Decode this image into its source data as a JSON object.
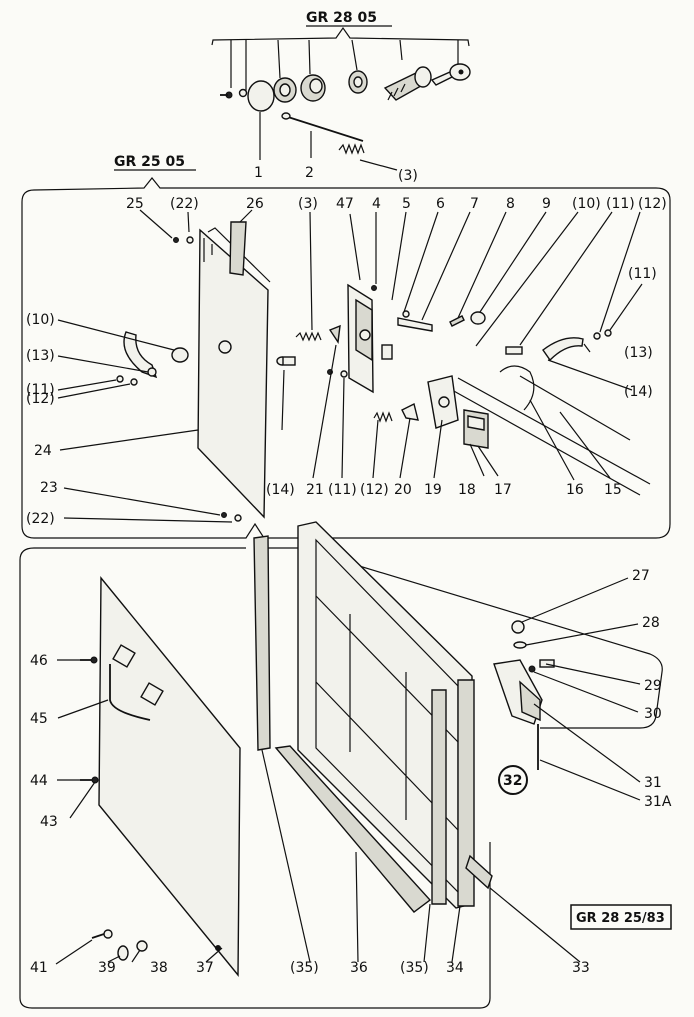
{
  "header": {
    "top_group": "GR 28 05",
    "mid_group": "GR 25 05"
  },
  "stamp": "GR 28 25/83",
  "labels": {
    "top": {
      "n1": "1",
      "n2": "2",
      "n3": "(3)"
    },
    "mid": {
      "n25": "25",
      "n22a": "(22)",
      "n26": "26",
      "n3": "(3)",
      "n47": "47",
      "n4": "4",
      "n5": "5",
      "n6": "6",
      "n7": "7",
      "n8": "8",
      "n9": "9",
      "n10a": "(10)",
      "n11a": "(11)",
      "n12a": "(12)",
      "n11b": "(11)",
      "n10b": "(10)",
      "n13a": "(13)",
      "n11c": "(11)",
      "n12b": "(12)",
      "n13b": "(13)",
      "n14a": "(14)",
      "n24": "24",
      "n14b": "(14)",
      "n21": "21",
      "n11d": "(11)",
      "n12c": "(12)",
      "n20": "20",
      "n19": "19",
      "n18": "18",
      "n17": "17",
      "n16": "16",
      "n15": "15",
      "n23": "23",
      "n22b": "(22)"
    },
    "bottom": {
      "n27": "27",
      "n28": "28",
      "n29": "29",
      "n30": "30",
      "n46": "46",
      "n45": "45",
      "n44": "44",
      "n43": "43",
      "n31": "31",
      "n31a": "31A",
      "n32": "32",
      "n41": "41",
      "n39": "39",
      "n38": "38",
      "n37": "37",
      "n35a": "(35)",
      "n36": "36",
      "n35b": "(35)",
      "n34": "34",
      "n33": "33"
    }
  }
}
